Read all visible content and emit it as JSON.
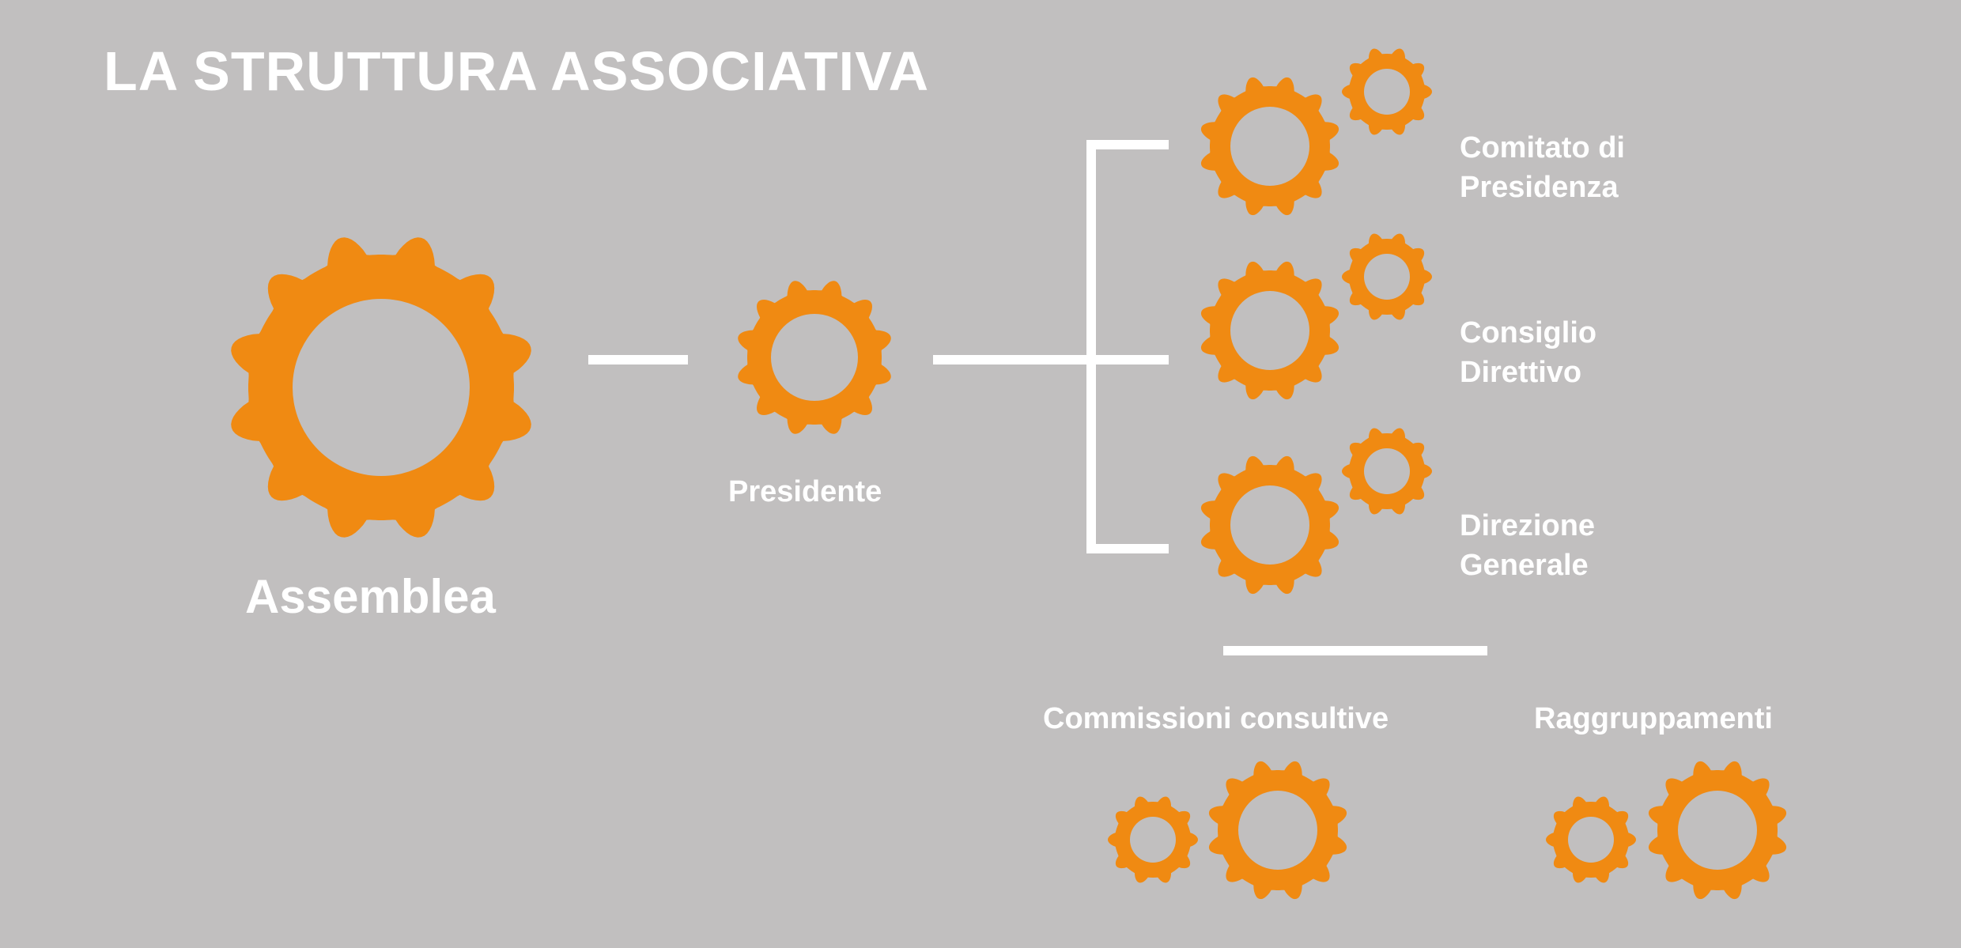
{
  "title": "LA STRUTTURA ASSOCIATIVA",
  "colors": {
    "background": "#c1bfbf",
    "gear": "#f08a12",
    "text": "#ffffff",
    "connector": "#ffffff"
  },
  "nodes": {
    "assemblea": {
      "label": "Assemblea"
    },
    "presidente": {
      "label": "Presidente"
    },
    "comitato": {
      "line1": "Comitato di",
      "line2": "Presidenza"
    },
    "consiglio": {
      "line1": "Consiglio",
      "line2": "Direttivo"
    },
    "direzione": {
      "line1": "Direzione",
      "line2": "Generale"
    },
    "commissioni": {
      "label": "Commissioni consultive"
    },
    "raggruppamenti": {
      "label": "Raggruppamenti"
    }
  },
  "icons": [
    "gear-icon"
  ]
}
